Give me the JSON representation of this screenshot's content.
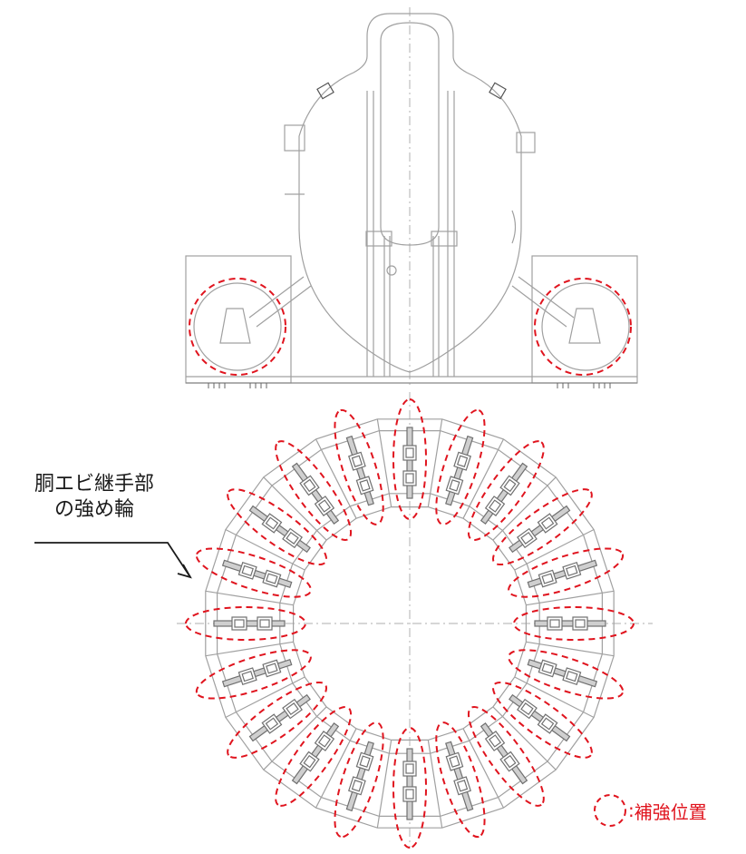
{
  "callout": {
    "line1": "胴エビ継手部",
    "line2": "の強め輪"
  },
  "legend": {
    "separator": ":",
    "text": "補強位置"
  },
  "colors": {
    "drawing": "#9a9a9a",
    "drawing_dark": "#6e6e6e",
    "highlight": "#e0141e",
    "text": "#1a1a1a"
  },
  "ring": {
    "reinforcement_count": 20
  }
}
